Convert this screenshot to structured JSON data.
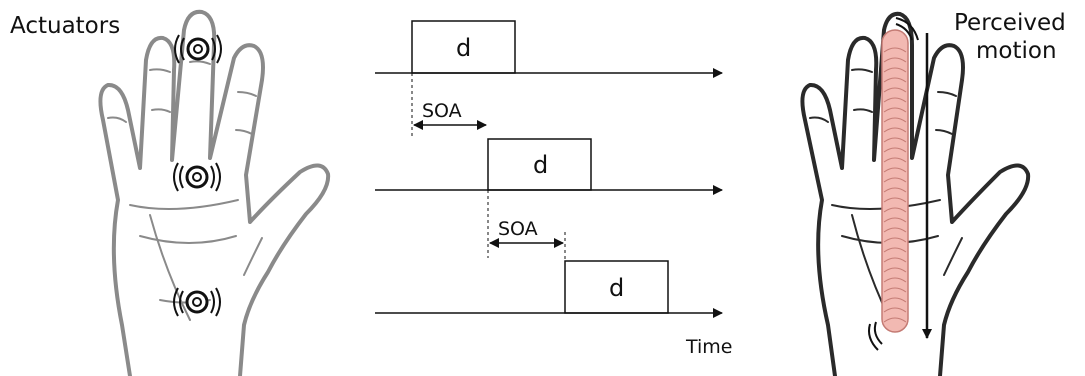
{
  "left_panel": {
    "label": "Actuators"
  },
  "timing_diagram": {
    "pulse_label": "d",
    "interval_label": "SOA",
    "axis_label": "Time"
  },
  "right_panel": {
    "label_line1": "Perceived",
    "label_line2": "motion"
  }
}
